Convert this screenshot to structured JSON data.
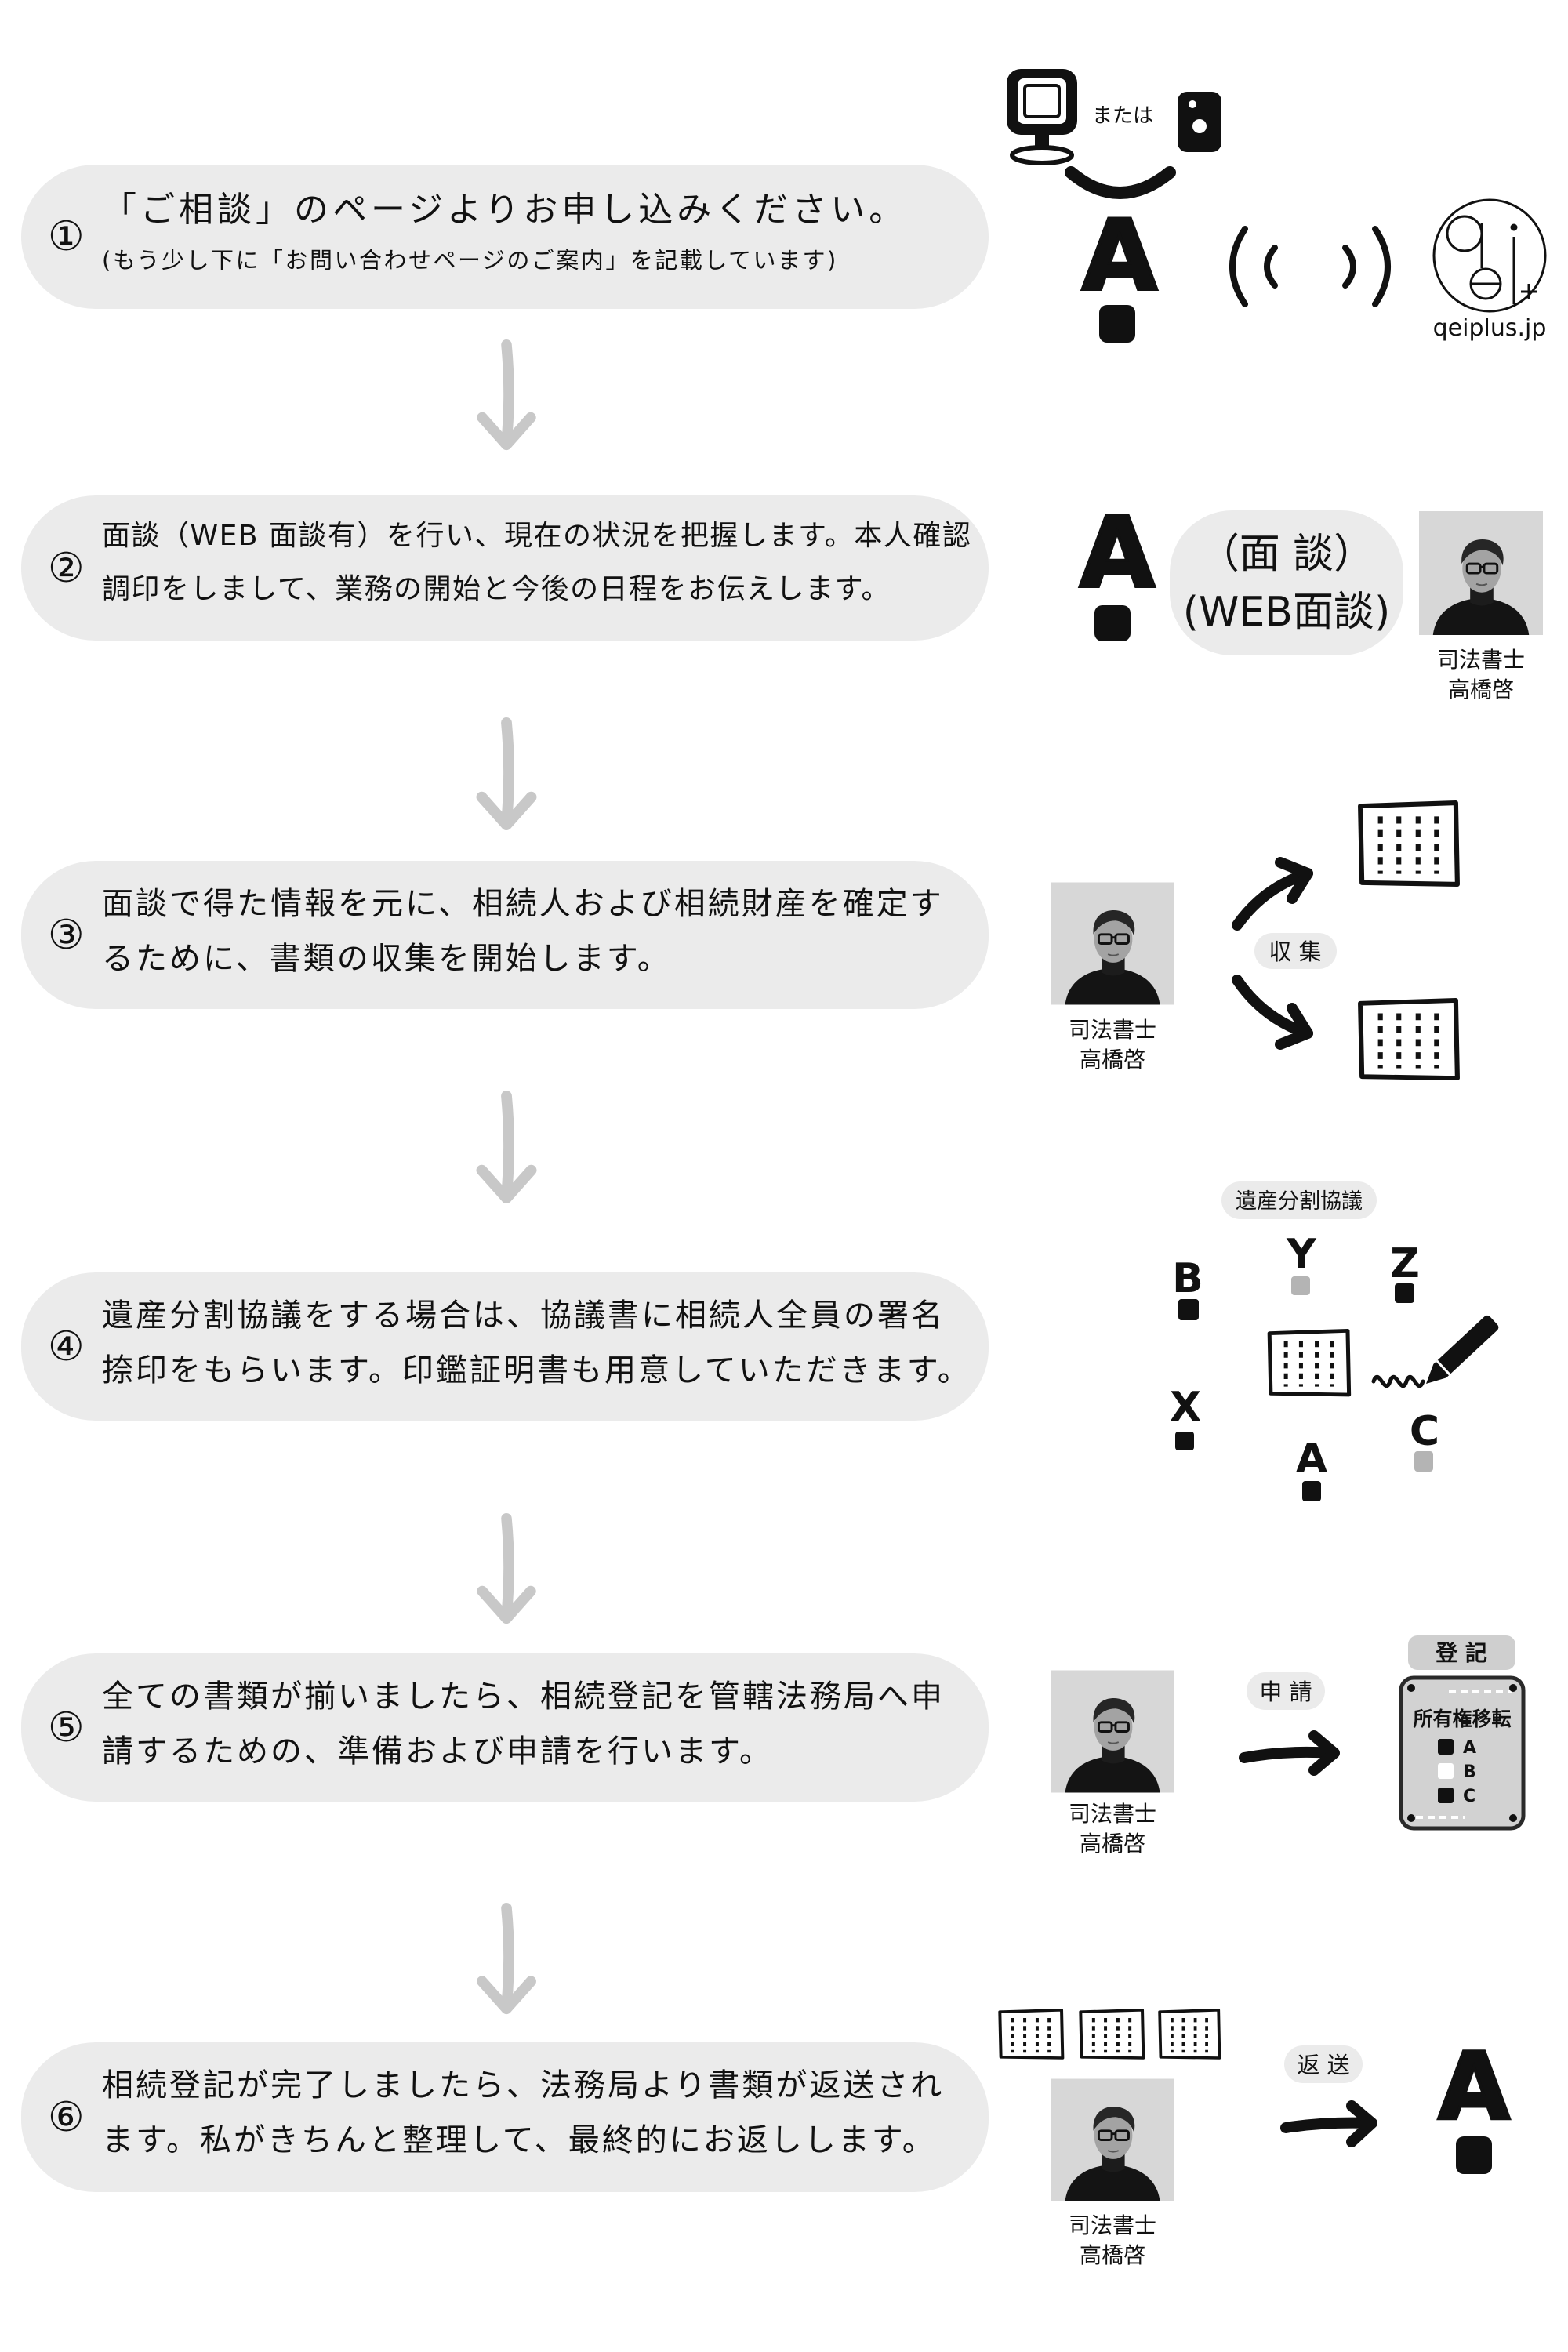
{
  "steps": [
    {
      "number": "①",
      "lines": [
        "「ご相談」のページよりお申し込みください。"
      ],
      "note": "(もう少し下に「お問い合わせページのご案内」を記載しています)"
    },
    {
      "number": "②",
      "lines": [
        "面談（WEB 面談有）を行い、現在の状況を把握します。本人確認",
        "調印をしまして、業務の開始と今後の日程をお伝えします。"
      ]
    },
    {
      "number": "③",
      "lines": [
        "面談で得た情報を元に、相続人および相続財産を確定す",
        "るために、書類の収集を開始します。"
      ]
    },
    {
      "number": "④",
      "lines": [
        "遺産分割協議をする場合は、協議書に相続人全員の署名",
        "捺印をもらいます。印鑑証明書も用意していただきます。"
      ]
    },
    {
      "number": "⑤",
      "lines": [
        "全ての書類が揃いましたら、相続登記を管轄法務局へ申",
        "請するための、準備および申請を行います。"
      ]
    },
    {
      "number": "⑥",
      "lines": [
        "相続登記が完了しましたら、法務局より書類が返送され",
        "ます。私がきちんと整理して、最終的にお返しします。"
      ]
    }
  ],
  "step1_figure": {
    "or_label": "または",
    "client_label": "A",
    "site_label": "qeiplus.jp",
    "icons": {
      "computer": "computer-icon",
      "phone": "smartphone-icon",
      "signal": "signal-waves-icon",
      "logo": "qeiplus-logo"
    }
  },
  "step2_figure": {
    "client_label": "A",
    "meeting_label": "（面 談）",
    "web_meeting_label": "(WEB面談)",
    "staff_title": "司法書士",
    "staff_name": "高橋啓"
  },
  "step3_figure": {
    "staff_title": "司法書士",
    "staff_name": "高橋啓",
    "action_label": "収 集"
  },
  "step4_figure": {
    "title": "遺産分割協議",
    "parties": [
      {
        "label": "B",
        "color": "#111111"
      },
      {
        "label": "Y",
        "color": "#b4b4b4"
      },
      {
        "label": "Z",
        "color": "#111111"
      },
      {
        "label": "X",
        "color": "#111111"
      },
      {
        "label": "A",
        "color": "#111111"
      },
      {
        "label": "C",
        "color": "#b4b4b4"
      }
    ]
  },
  "step5_figure": {
    "staff_title": "司法書士",
    "staff_name": "高橋啓",
    "action_label": "申 請",
    "registry_tag": "登 記",
    "registry_title": "所有権移転",
    "registry_items": [
      {
        "label": "A",
        "color": "#111111"
      },
      {
        "label": "B",
        "color": "#ffffff"
      },
      {
        "label": "C",
        "color": "#111111"
      }
    ]
  },
  "step6_figure": {
    "staff_title": "司法書士",
    "staff_name": "高橋啓",
    "action_label": "返 送",
    "client_label": "A"
  },
  "colors": {
    "bubble": "#ebebeb",
    "flow_arrow": "#c8c8c8",
    "ink": "#111111",
    "gray_mark": "#b4b4b4"
  }
}
